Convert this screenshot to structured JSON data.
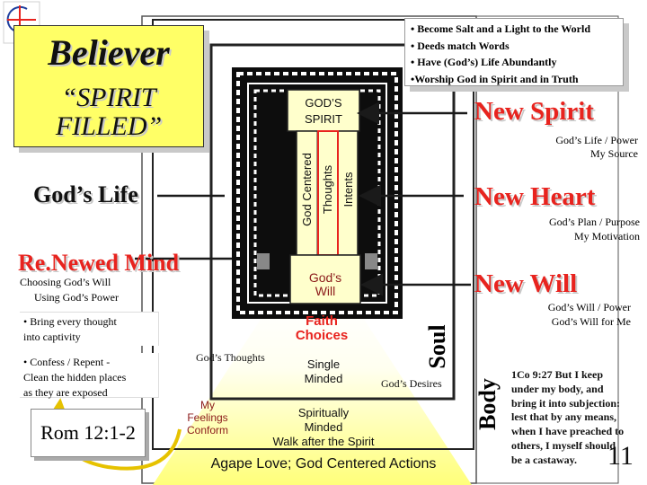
{
  "title": {
    "main": "Believer",
    "sub_line1": "“SPIRIT",
    "sub_line2": "FILLED”"
  },
  "top_bullets": [
    "• Become Salt and a Light to the World",
    "• Deeds match Words",
    "• Have (God’s) Life Abundantly",
    "•Worship God in Spirit and in Truth"
  ],
  "temple": {
    "spirit": "GOD’S SPIRIT",
    "col1": "God Centered",
    "col2": "Thoughts",
    "col3": "Intents",
    "will_line1": "God’s",
    "will_line2": "Will"
  },
  "right": {
    "new_spirit": "New Spirit",
    "spirit_note1": "God’s Life / Power",
    "spirit_note2": "My Source",
    "new_heart": "New Heart",
    "heart_note1": "God’s  Plan / Purpose",
    "heart_note2": "My Motivation",
    "new_will": "New Will",
    "will_note1": "God’s Will / Power",
    "will_note2": "God’s Will for Me"
  },
  "left": {
    "gods_life": "God’s Life",
    "renewed_mind": "Re.Newed Mind",
    "choosing1": "Choosing God’s  Will",
    "choosing2": "Using God’s Power",
    "bring1": "• Bring every thought",
    "bring2": "into captivity",
    "confess1": "• Confess / Repent -",
    "confess2": "Clean the hidden places",
    "confess3": "as they are exposed",
    "rom": "Rom 12:1-2"
  },
  "center": {
    "faith1": "Faith",
    "faith2": "Choices",
    "single1": "Single",
    "single2": "Minded",
    "gods_thoughts": "God’s Thoughts",
    "gods_desires": "God’s Desires",
    "feel1": "My",
    "feel2": "Feelings",
    "feel3": "Conform",
    "spiritually1": "Spiritually",
    "spiritually2": "Minded",
    "spiritually3": "Walk after the Spirit",
    "agape": "Agape Love; God Centered Actions"
  },
  "side_labels": {
    "soul": "Soul",
    "body": "Body"
  },
  "verse": {
    "line1": "1Co 9:27  But I keep",
    "line2": "under my body, and",
    "line3": "bring it into subjection:",
    "line4": "lest that by any means,",
    "line5": "when I have preached to",
    "line6": "others, I myself should",
    "line7": "be a castaway."
  },
  "page_number": "11",
  "colors": {
    "red": "#e8231e",
    "dark_red": "#8b1a1a",
    "yellow": "#ffff66",
    "yellow_light": "#ffffcc",
    "blue_logo": "#1f3f9f"
  }
}
